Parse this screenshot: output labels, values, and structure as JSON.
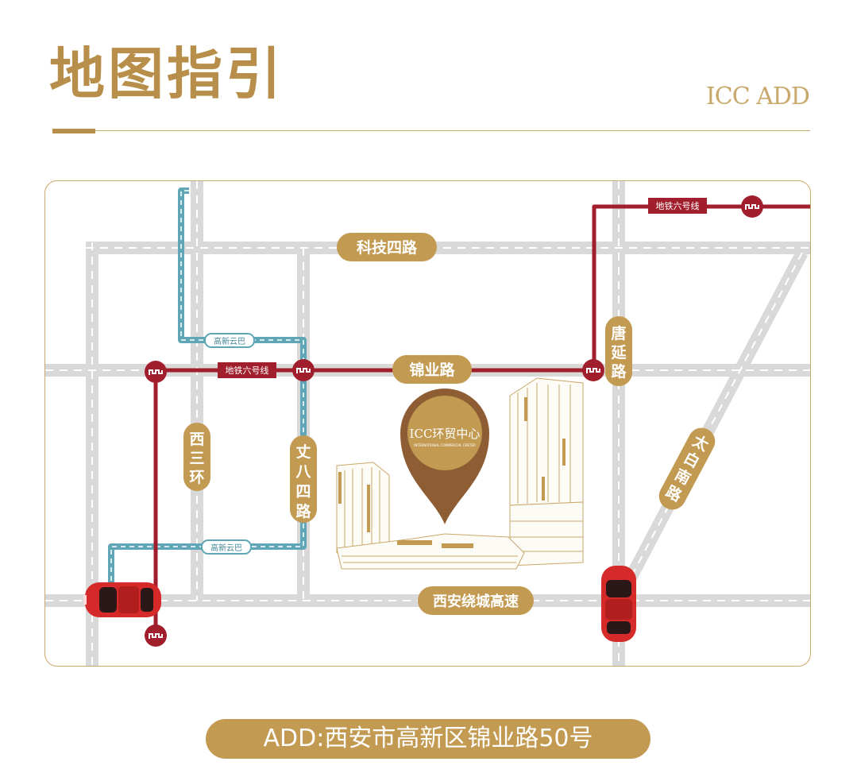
{
  "header": {
    "title": "地图指引",
    "brand": "ICC ADD"
  },
  "map": {
    "roads": {
      "keji4": "科技四路",
      "jinye": "锦业路",
      "tangyan": [
        "唐",
        "延",
        "路"
      ],
      "xisanhuan": [
        "西",
        "三",
        "环"
      ],
      "zhangba4": [
        "丈",
        "八",
        "四",
        "路"
      ],
      "taibainan": [
        "太",
        "白",
        "南",
        "路"
      ],
      "raocheng": "西安绕城高速"
    },
    "metro_line": "地铁六号线",
    "bus_line": "高新云巴",
    "landmark": {
      "logo_text": "ICC环贸中心",
      "logo_sub": "INTERNATIONAL COMMERCIAL CENTER"
    }
  },
  "footer": {
    "address": "ADD:西安市高新区锦业路50号"
  },
  "colors": {
    "gold": "#c39a52",
    "metro": "#a11f2c",
    "bus": "#5fa7b6",
    "road": "#d9d9d9",
    "pin": "#8e5d33"
  }
}
